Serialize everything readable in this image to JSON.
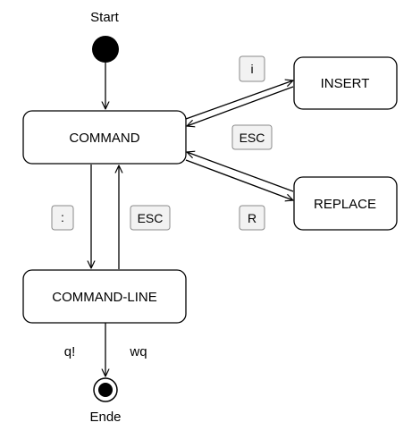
{
  "diagram": {
    "start_label": "Start",
    "end_label": "Ende",
    "states": {
      "command": "COMMAND",
      "insert": "INSERT",
      "replace": "REPLACE",
      "command_line": "COMMAND-LINE"
    },
    "keys": {
      "to_insert": "i",
      "insert_esc": "ESC",
      "to_replace": "R",
      "to_command_line": ":",
      "command_line_esc": "ESC"
    },
    "exit_commands": {
      "force_quit": "q!",
      "write_quit": "wq"
    }
  }
}
